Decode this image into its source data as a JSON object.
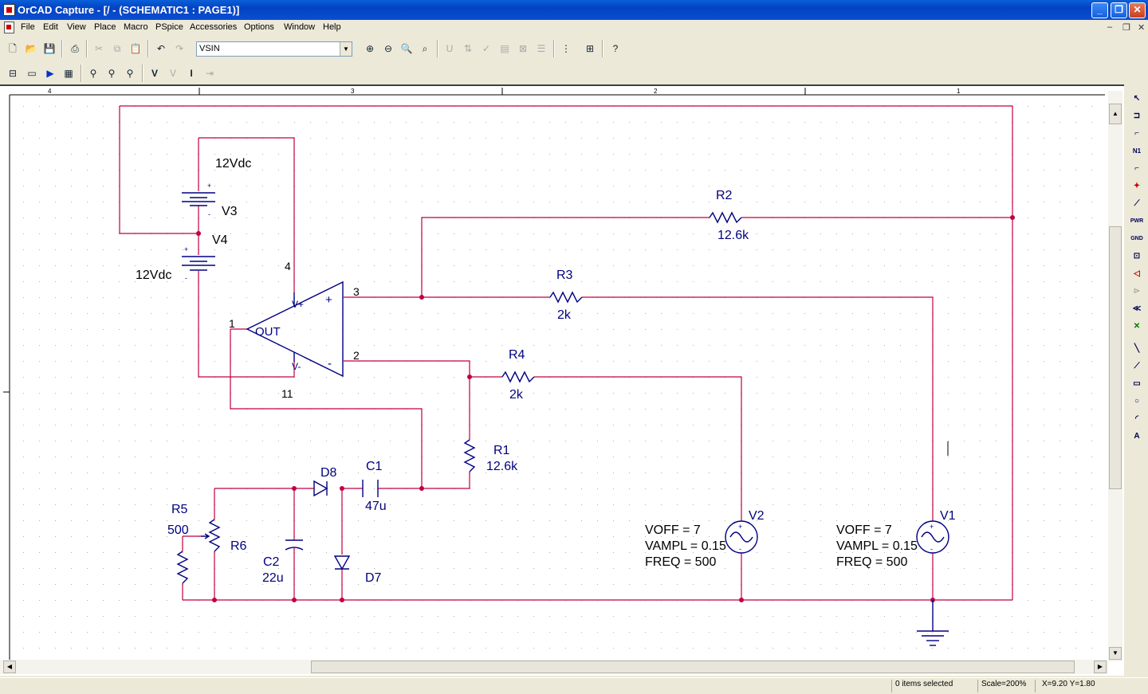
{
  "window": {
    "title": "OrCAD Capture - [/ - (SCHEMATIC1 : PAGE1)]"
  },
  "menu": [
    "File",
    "Edit",
    "View",
    "Place",
    "Macro",
    "PSpice",
    "Accessories",
    "Options",
    "Window",
    "Help"
  ],
  "toolbar": {
    "part_combo_value": "VSIN"
  },
  "ruler": {
    "labels": [
      "4",
      "3",
      "2",
      "1"
    ]
  },
  "schematic": {
    "sources": {
      "v3": {
        "ref": "V3",
        "value": "12Vdc"
      },
      "v4": {
        "ref": "V4",
        "value": "12Vdc"
      }
    },
    "opamp": {
      "out_label": "OUT",
      "plus": "+",
      "minus": "-",
      "vplus": "V+",
      "vminus": "V-",
      "pin_out": "1",
      "pin_in_plus": "3",
      "pin_in_minus": "2",
      "pin_vplus": "4",
      "pin_vminus": "11"
    },
    "resistors": {
      "r1": {
        "ref": "R1",
        "value": "12.6k"
      },
      "r2": {
        "ref": "R2",
        "value": "12.6k"
      },
      "r3": {
        "ref": "R3",
        "value": "2k"
      },
      "r4": {
        "ref": "R4",
        "value": "2k"
      },
      "r5": {
        "ref": "R5",
        "value": "500"
      },
      "r6": {
        "ref": "R6"
      }
    },
    "capacitors": {
      "c1": {
        "ref": "C1",
        "value": "47u"
      },
      "c2": {
        "ref": "C2",
        "value": "22u"
      }
    },
    "diodes": {
      "d7": {
        "ref": "D7"
      },
      "d8": {
        "ref": "D8"
      }
    },
    "vsin": {
      "v1": {
        "ref": "V1",
        "voff": "VOFF = 7",
        "vampl": "VAMPL = 0.15",
        "freq": "FREQ = 500"
      },
      "v2": {
        "ref": "V2",
        "voff": "VOFF = 7",
        "vampl": "VAMPL = 0.15",
        "freq": "FREQ = 500"
      }
    }
  },
  "status": {
    "selection": "0 items selected",
    "scale": "Scale=200%",
    "coords": "X=9.20  Y=1.80"
  },
  "colors": {
    "wire": "#c00040",
    "part": "#000080",
    "text": "#000000",
    "titlebar": "#0a5fd8"
  }
}
